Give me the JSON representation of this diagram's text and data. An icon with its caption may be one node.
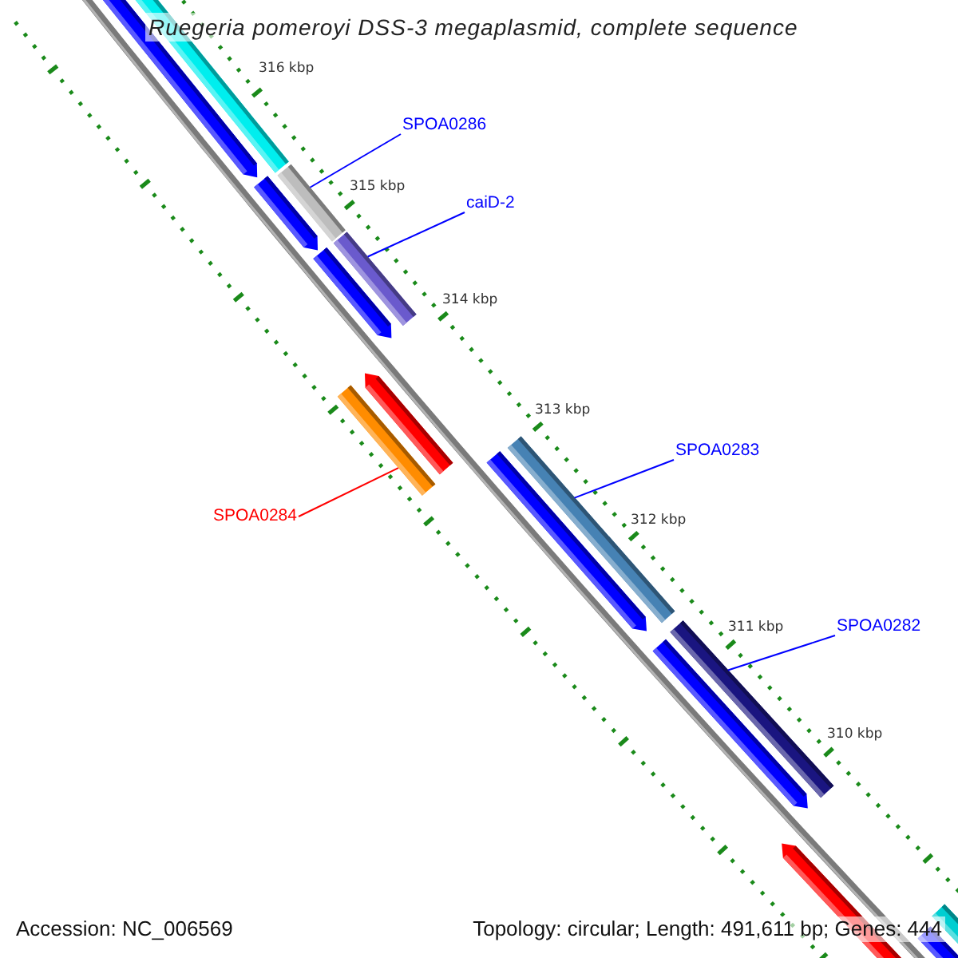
{
  "diagram": {
    "title": "Ruegeria pomeroyi DSS-3 megaplasmid, complete sequence",
    "nodes": [
      {
        "text": [
          "SPOA0286"
        ]
      },
      {
        "text": [],
        "shape": "bar"
      },
      {
        "text": [
          "caiD-2"
        ]
      },
      {
        "text": [],
        "shape": "bar"
      },
      {
        "text": [
          "SPOA0283"
        ]
      },
      {
        "text": [],
        "shape": "bar"
      },
      {
        "text": [
          "SPOA0284"
        ]
      },
      {
        "text": [],
        "shape": "bar"
      },
      {
        "text": [
          "SPOA0282"
        ]
      },
      {
        "text": [],
        "shape": "bar"
      }
    ],
    "edges": [
      {
        "from": 0,
        "to": 1,
        "arrow": "none"
      },
      {
        "from": 2,
        "to": 3,
        "arrow": "none"
      },
      {
        "from": 4,
        "to": 5,
        "arrow": "none"
      },
      {
        "from": 6,
        "to": 7,
        "arrow": "none",
        "color": "#ff0000"
      },
      {
        "from": 8,
        "to": 9,
        "arrow": "none"
      }
    ],
    "labels": [
      "316 kbp",
      "315 kbp",
      "314 kbp",
      "313 kbp",
      "312 kbp",
      "311 kbp",
      "310 kbp",
      "Accession: NC_006569",
      "Topology: circular; Length: 491,611 bp; Genes: 444"
    ]
  }
}
